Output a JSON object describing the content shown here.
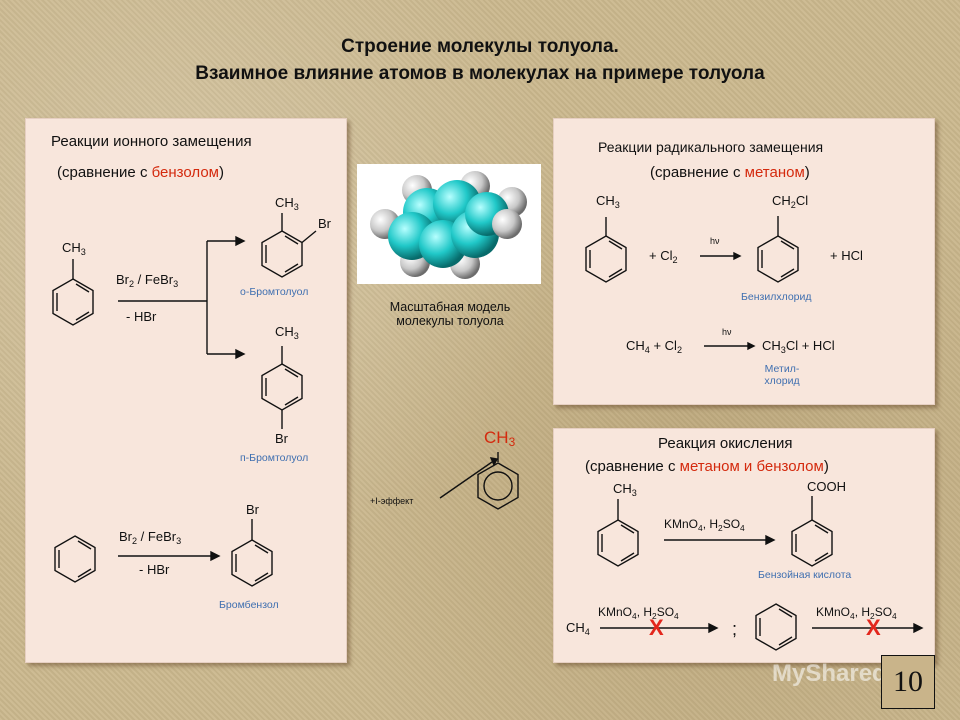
{
  "title": {
    "line1": "Строение молекулы толуола.",
    "line2": "Взаимное влияние атомов в молекулах на примере толуола"
  },
  "left_panel": {
    "heading": "Реакции ионного замещения",
    "compare_prefix": "(сравнение с ",
    "compare_highlight": "бензолом",
    "compare_suffix": ")",
    "toluene_group": "CH",
    "toluene_sub": "3",
    "reagent1_a": "Br",
    "reagent1_b": "2",
    "reagent1_c": " / FeBr",
    "reagent1_d": "3",
    "byproduct1": "- HBr",
    "ortho_ch": "CH",
    "ortho_sub": "3",
    "ortho_br": "Br",
    "ortho_label": "о-Бромтолуол",
    "para_ch": "CH",
    "para_sub": "3",
    "para_br": "Br",
    "para_label": "п-Бромтолуол",
    "reagent2_a": "Br",
    "reagent2_b": "2",
    "reagent2_c": " / FeBr",
    "reagent2_d": "3",
    "byproduct2": "- HBr",
    "bromobenzene_br": "Br",
    "bromobenzene_label": "Бромбензол"
  },
  "center": {
    "model_caption_1": "Масштабная модель",
    "model_caption_2": "молекулы толуола",
    "ch3_a": "CH",
    "ch3_b": "3",
    "effect_label": "+I-эффект"
  },
  "radical_panel": {
    "heading": "Реакции радикального замещения",
    "compare_prefix": "(сравнение с ",
    "compare_highlight": "метаном",
    "compare_suffix": ")",
    "toluene_ch": "CH",
    "toluene_sub": "3",
    "plus_cl2_a": "+ Cl",
    "plus_cl2_b": "2",
    "hv": "hν",
    "product_a": "CH",
    "product_b": "2",
    "product_c": "Cl",
    "plus_hcl": "+ HCl",
    "product_label": "Бензилхлорид",
    "methane_a": "CH",
    "methane_b": "4",
    "methane_c": " + Cl",
    "methane_d": "2",
    "hv2": "hν",
    "methyl_a": "CH",
    "methyl_b": "3",
    "methyl_c": "Cl + HCl",
    "methyl_label_1": "Метил-",
    "methyl_label_2": "хлорид"
  },
  "oxidation_panel": {
    "heading": "Реакция окисления",
    "compare_prefix": "(сравнение с ",
    "compare_highlight": "метаном и бензолом",
    "compare_suffix": ")",
    "toluene_ch": "CH",
    "toluene_sub": "3",
    "reagent_a": "KMnO",
    "reagent_b": "4",
    "reagent_c": ", H",
    "reagent_d": "2",
    "reagent_e": "SO",
    "reagent_f": "4",
    "product_group": "COOH",
    "product_label": "Бензойная кислота",
    "methane_a": "CH",
    "methane_b": "4",
    "x_mark": "X",
    "semicolon": ";"
  },
  "page_number": "10",
  "watermark": "MyShared"
}
